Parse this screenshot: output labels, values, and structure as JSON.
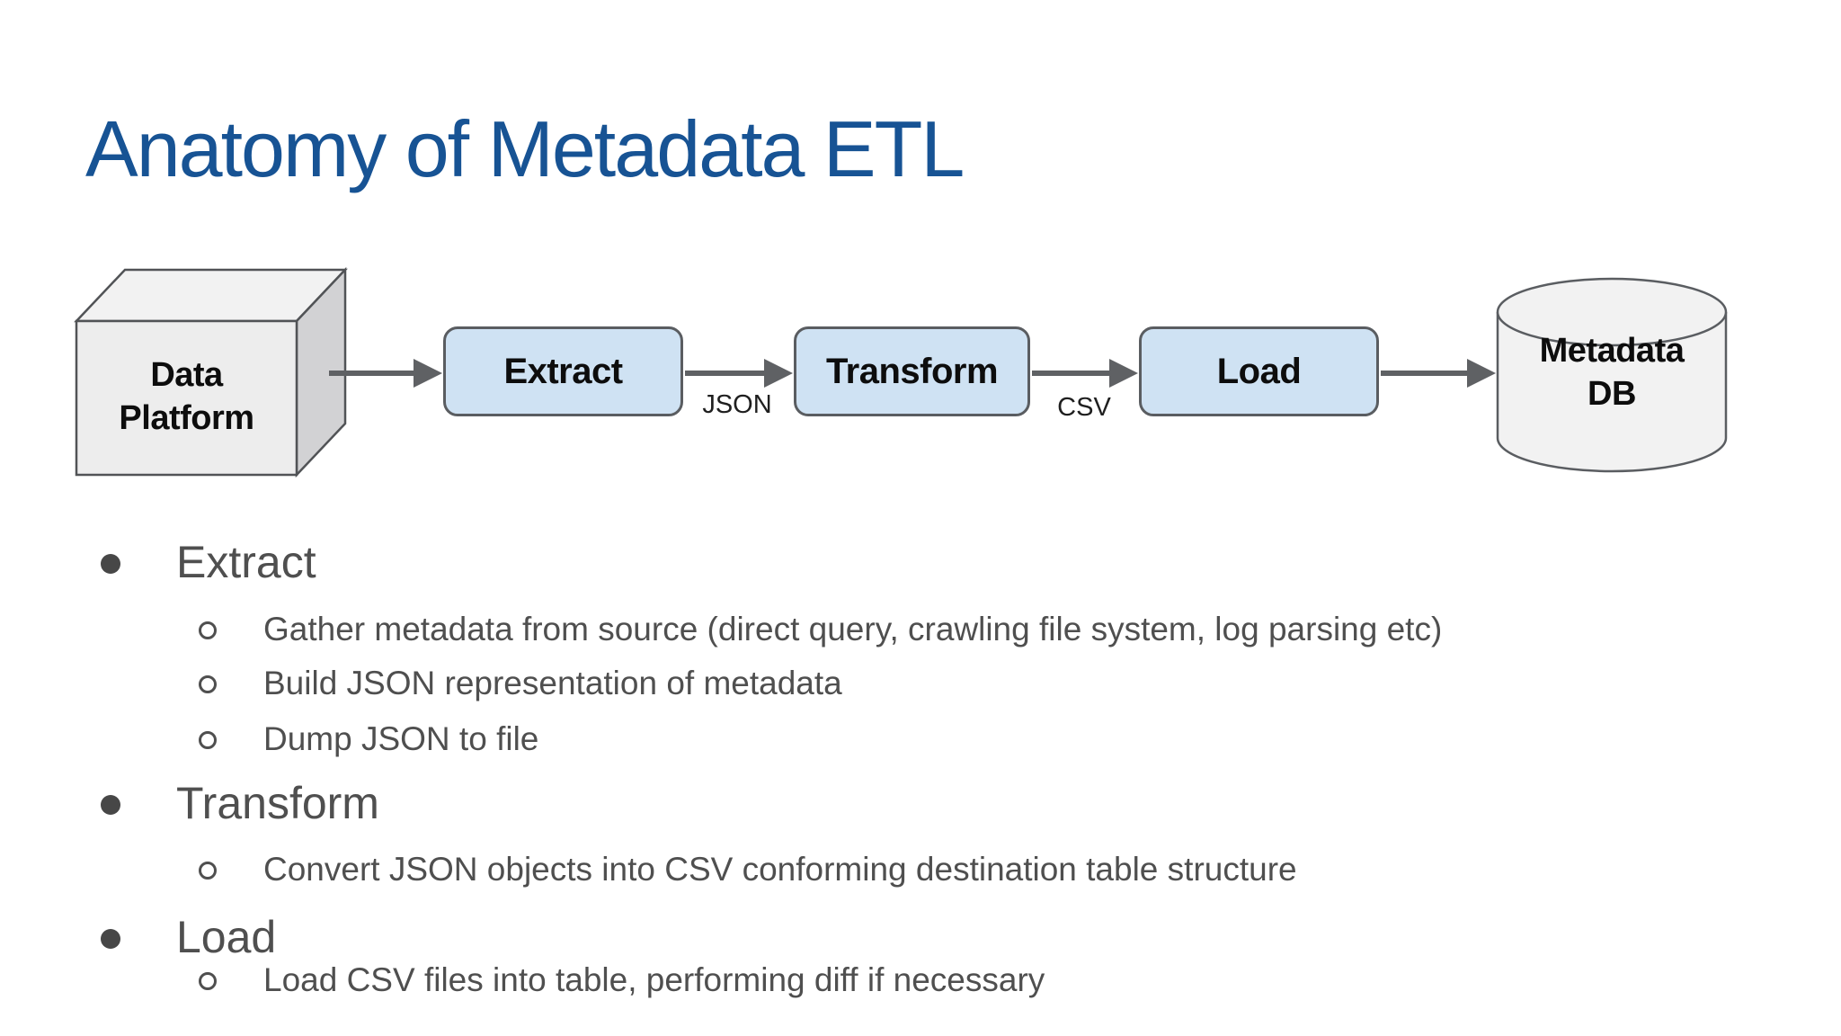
{
  "slide": {
    "title": "Anatomy of Metadata ETL"
  },
  "colors": {
    "title_blue": "#175394",
    "process_box_fill": "#cfe2f3",
    "process_box_border": "#5a5d61",
    "arrow_gray": "#5f6164",
    "body_text_gray": "#4f4f4f",
    "shape_fill_light_gray": "#ededed",
    "cube_side_gray": "#d2d2d4",
    "background": "#ffffff"
  },
  "diagram": {
    "source": {
      "shape": "cube-icon",
      "lines": [
        "Data",
        "Platform"
      ]
    },
    "steps": [
      {
        "label": "Extract"
      },
      {
        "label": "Transform"
      },
      {
        "label": "Load"
      }
    ],
    "edge_labels": [
      {
        "text": "JSON"
      },
      {
        "text": "CSV"
      }
    ],
    "sink": {
      "shape": "database-cylinder-icon",
      "lines": [
        "Metadata",
        "DB"
      ]
    }
  },
  "outline": [
    {
      "level": 1,
      "text": "Extract"
    },
    {
      "level": 2,
      "text": "Gather metadata from source (direct query, crawling file system, log parsing etc)"
    },
    {
      "level": 2,
      "text": "Build JSON representation of metadata"
    },
    {
      "level": 2,
      "text": "Dump JSON to file"
    },
    {
      "level": 1,
      "text": "Transform"
    },
    {
      "level": 2,
      "text": "Convert JSON objects into CSV conforming destination table structure"
    },
    {
      "level": 1,
      "text": "Load"
    },
    {
      "level": 2,
      "text": "Load CSV files into table, performing diff if necessary"
    }
  ]
}
